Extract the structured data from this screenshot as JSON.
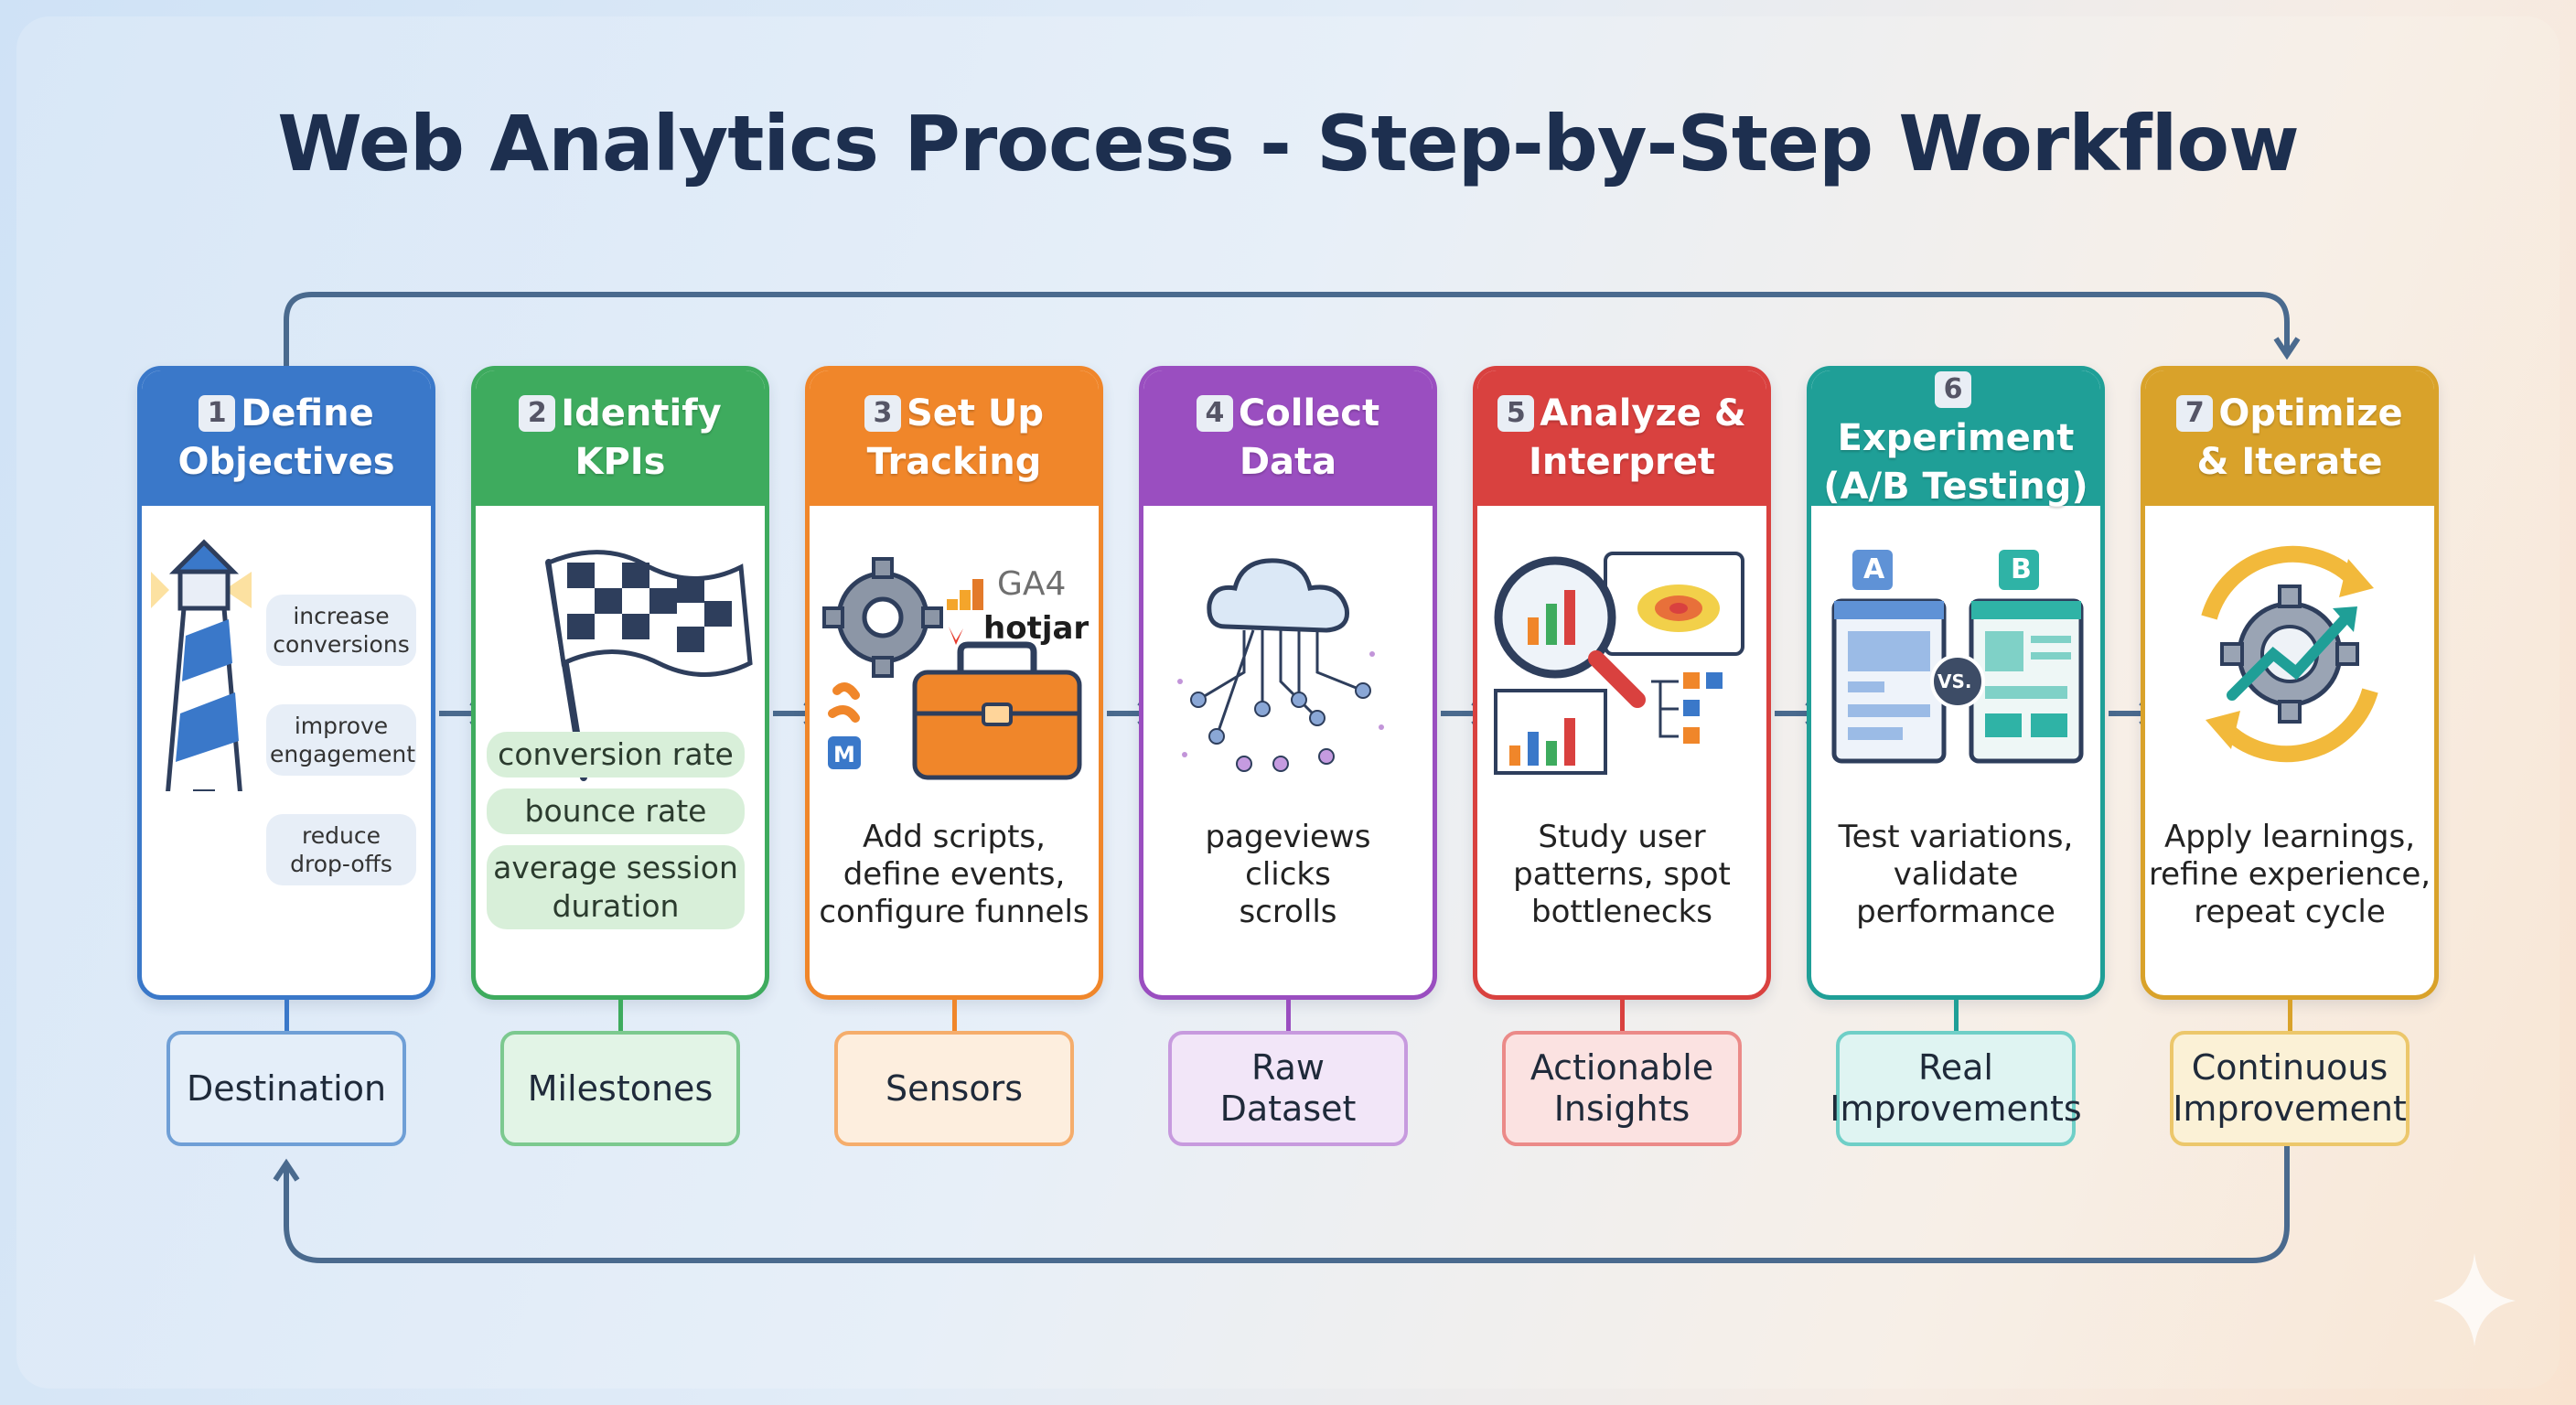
{
  "title": "Web Analytics Process - Step-by-Step Workflow",
  "colors": {
    "blue": "#3a78c9",
    "green": "#3eab5e",
    "orange": "#f0862a",
    "purple": "#9a4ec0",
    "red": "#d9413f",
    "teal": "#1f9f97",
    "gold": "#d9a22a",
    "loop": "#4a6a8e"
  },
  "steps": [
    {
      "num": "1",
      "title": "Define Objectives",
      "bubbles": [
        "increase conversions",
        "improve engagement",
        "reduce drop-offs"
      ],
      "label": "Destination",
      "icon": "lighthouse-icon"
    },
    {
      "num": "2",
      "title": "Identify KPIs",
      "pills": [
        "conversion rate",
        "bounce rate",
        "average session duration"
      ],
      "label": "Milestones",
      "icon": "checkered-flag-icon"
    },
    {
      "num": "3",
      "title": "Set Up Tracking",
      "logos": [
        "GA4",
        "hotjar"
      ],
      "desc": [
        "Add scripts,",
        "define events,",
        "configure funnels"
      ],
      "label": "Sensors",
      "icon": "toolbox-icon"
    },
    {
      "num": "4",
      "title": "Collect Data",
      "desc": [
        "pageviews",
        "clicks",
        "scrolls"
      ],
      "label": "Raw Dataset",
      "icon": "cloud-network-icon"
    },
    {
      "num": "5",
      "title": "Analyze & Interpret",
      "desc": [
        "Study user",
        "patterns, spot",
        "bottlenecks"
      ],
      "label": "Actionable Insights",
      "icon": "magnifier-chart-icon"
    },
    {
      "num": "6",
      "title": "Experiment (A/B Testing)",
      "ab": [
        "A",
        "B",
        "VS."
      ],
      "desc": [
        "Test variations,",
        "validate",
        "performance"
      ],
      "label": "Real Improvements",
      "icon": "ab-test-icon"
    },
    {
      "num": "7",
      "title": "Optimize & Iterate",
      "desc": [
        "Apply learnings,",
        "refine experience,",
        "repeat cycle"
      ],
      "label": "Continuous Improvement",
      "icon": "gear-cycle-icon"
    }
  ]
}
